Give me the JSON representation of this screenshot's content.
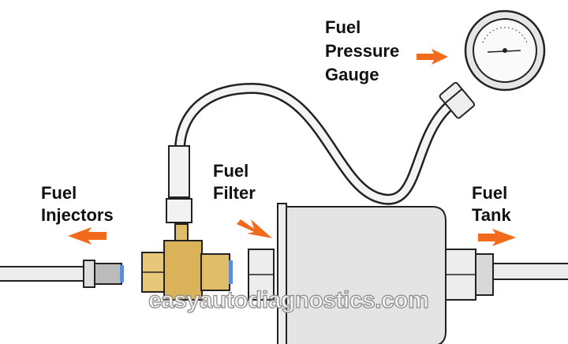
{
  "labels": {
    "gauge": [
      "Fuel",
      "Pressure",
      "Gauge"
    ],
    "filter": [
      "Fuel",
      "Filter"
    ],
    "injectors": [
      "Fuel",
      "Injectors"
    ],
    "tank": [
      "Fuel",
      "Tank"
    ]
  },
  "watermark": "easyautodiagnostics.com",
  "colors": {
    "arrow": "#f26a1b",
    "brass": "#d9b25a",
    "filter": "#e4e4e4",
    "line": "#222222"
  }
}
